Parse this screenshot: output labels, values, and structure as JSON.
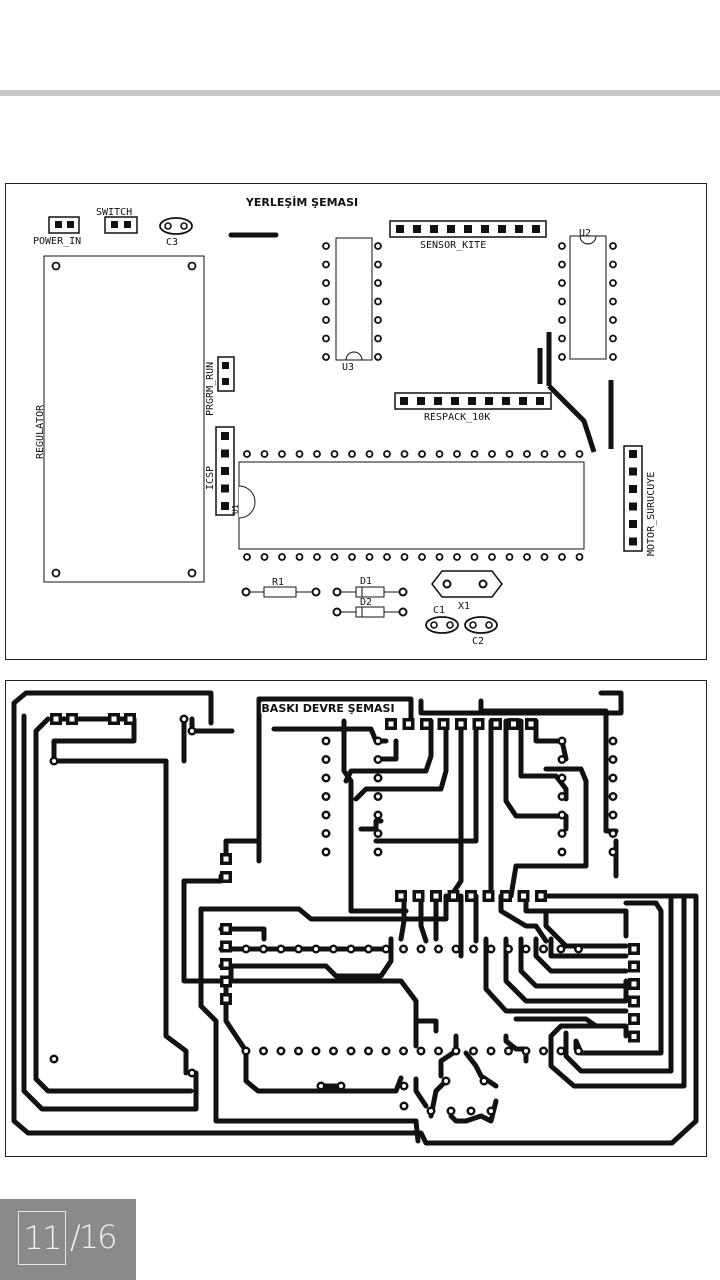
{
  "layout": {
    "title": "YERLEŞİM ŞEMASI",
    "labels": {
      "power_in": "POWER_IN",
      "switch": "SWITCH",
      "c3": "C3",
      "sensor": "SENSOR_KITE",
      "u2": "U2",
      "u3": "U3",
      "regulator": "REGULATOR",
      "pgrm_run": "PRGRM_RUN",
      "respack": "RESPACK_10K",
      "icsp": "ICSP",
      "u1": "U1",
      "motor": "MOTOR_SURUCUYE",
      "r1": "R1",
      "d1": "D1",
      "d2": "D2",
      "x1": "X1",
      "c1": "C1",
      "c2": "C2"
    }
  },
  "pcb": {
    "title": "BASKI DEVRE ŞEMASI"
  },
  "pager": {
    "current": "11",
    "total": "/16"
  }
}
